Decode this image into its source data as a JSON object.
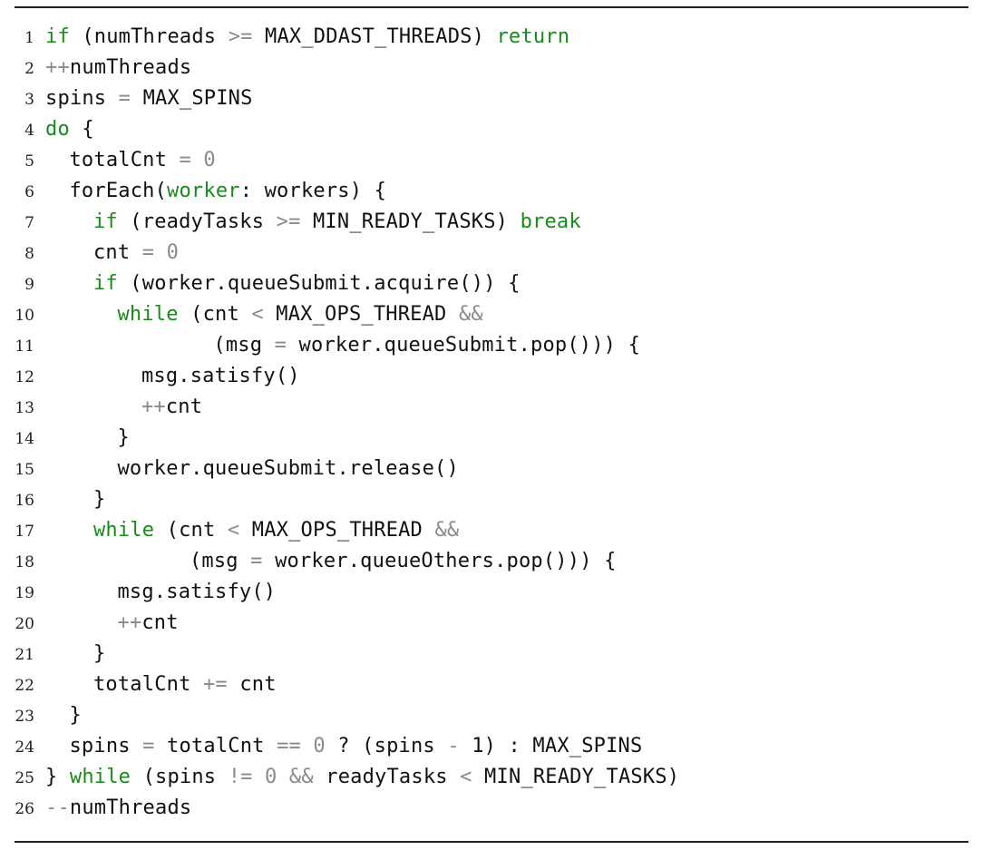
{
  "colors": {
    "text": "#111111",
    "keyword": "#1a8a1a",
    "operator": "#8a8a8a",
    "rule": "#222222"
  },
  "lines": [
    {
      "n": "1",
      "indent": 0,
      "tokens": [
        {
          "t": "if",
          "k": "kw"
        },
        {
          "t": " (numThreads ",
          "k": "plain"
        },
        {
          "t": ">=",
          "k": "op"
        },
        {
          "t": " MAX_DDAST_THREADS) ",
          "k": "plain"
        },
        {
          "t": "return",
          "k": "kw"
        }
      ]
    },
    {
      "n": "2",
      "indent": 0,
      "tokens": [
        {
          "t": "++",
          "k": "op"
        },
        {
          "t": "numThreads",
          "k": "plain"
        }
      ]
    },
    {
      "n": "3",
      "indent": 0,
      "tokens": [
        {
          "t": "spins ",
          "k": "plain"
        },
        {
          "t": "=",
          "k": "op"
        },
        {
          "t": " MAX_SPINS",
          "k": "plain"
        }
      ]
    },
    {
      "n": "4",
      "indent": 0,
      "tokens": [
        {
          "t": "do",
          "k": "kw"
        },
        {
          "t": " {",
          "k": "plain"
        }
      ]
    },
    {
      "n": "5",
      "indent": 1,
      "tokens": [
        {
          "t": "totalCnt ",
          "k": "plain"
        },
        {
          "t": "=",
          "k": "op"
        },
        {
          "t": " 0",
          "k": "op"
        }
      ]
    },
    {
      "n": "6",
      "indent": 1,
      "tokens": [
        {
          "t": "forEach(",
          "k": "plain"
        },
        {
          "t": "worker",
          "k": "kw"
        },
        {
          "t": ": workers) {",
          "k": "plain"
        }
      ]
    },
    {
      "n": "7",
      "indent": 2,
      "tokens": [
        {
          "t": "if",
          "k": "kw"
        },
        {
          "t": " (readyTasks ",
          "k": "plain"
        },
        {
          "t": ">=",
          "k": "op"
        },
        {
          "t": " MIN_READY_TASKS) ",
          "k": "plain"
        },
        {
          "t": "break",
          "k": "kw"
        }
      ]
    },
    {
      "n": "8",
      "indent": 2,
      "tokens": [
        {
          "t": "cnt ",
          "k": "plain"
        },
        {
          "t": "=",
          "k": "op"
        },
        {
          "t": " 0",
          "k": "op"
        }
      ]
    },
    {
      "n": "9",
      "indent": 2,
      "tokens": [
        {
          "t": "if",
          "k": "kw"
        },
        {
          "t": " (worker.queueSubmit.acquire()) {",
          "k": "plain"
        }
      ]
    },
    {
      "n": "10",
      "indent": 3,
      "tokens": [
        {
          "t": "while",
          "k": "kw"
        },
        {
          "t": " (cnt ",
          "k": "plain"
        },
        {
          "t": "<",
          "k": "op"
        },
        {
          "t": " MAX_OPS_THREAD ",
          "k": "plain"
        },
        {
          "t": "&&",
          "k": "op"
        }
      ]
    },
    {
      "n": "11",
      "indent": 7,
      "tokens": [
        {
          "t": "(msg ",
          "k": "plain"
        },
        {
          "t": "=",
          "k": "op"
        },
        {
          "t": " worker.queueSubmit.pop())) {",
          "k": "plain"
        }
      ]
    },
    {
      "n": "12",
      "indent": 4,
      "tokens": [
        {
          "t": "msg.satisfy()",
          "k": "plain"
        }
      ]
    },
    {
      "n": "13",
      "indent": 4,
      "tokens": [
        {
          "t": "++",
          "k": "op"
        },
        {
          "t": "cnt",
          "k": "plain"
        }
      ]
    },
    {
      "n": "14",
      "indent": 3,
      "tokens": [
        {
          "t": "}",
          "k": "plain"
        }
      ]
    },
    {
      "n": "15",
      "indent": 3,
      "tokens": [
        {
          "t": "worker.queueSubmit.release()",
          "k": "plain"
        }
      ]
    },
    {
      "n": "16",
      "indent": 2,
      "tokens": [
        {
          "t": "}",
          "k": "plain"
        }
      ]
    },
    {
      "n": "17",
      "indent": 2,
      "tokens": [
        {
          "t": "while",
          "k": "kw"
        },
        {
          "t": " (cnt ",
          "k": "plain"
        },
        {
          "t": "<",
          "k": "op"
        },
        {
          "t": " MAX_OPS_THREAD ",
          "k": "plain"
        },
        {
          "t": "&&",
          "k": "op"
        }
      ]
    },
    {
      "n": "18",
      "indent": 6,
      "tokens": [
        {
          "t": "(msg ",
          "k": "plain"
        },
        {
          "t": "=",
          "k": "op"
        },
        {
          "t": " worker.queueOthers.pop())) {",
          "k": "plain"
        }
      ]
    },
    {
      "n": "19",
      "indent": 3,
      "tokens": [
        {
          "t": "msg.satisfy()",
          "k": "plain"
        }
      ]
    },
    {
      "n": "20",
      "indent": 3,
      "tokens": [
        {
          "t": "++",
          "k": "op"
        },
        {
          "t": "cnt",
          "k": "plain"
        }
      ]
    },
    {
      "n": "21",
      "indent": 2,
      "tokens": [
        {
          "t": "}",
          "k": "plain"
        }
      ]
    },
    {
      "n": "22",
      "indent": 2,
      "tokens": [
        {
          "t": "totalCnt ",
          "k": "plain"
        },
        {
          "t": "+=",
          "k": "op"
        },
        {
          "t": " cnt",
          "k": "plain"
        }
      ]
    },
    {
      "n": "23",
      "indent": 1,
      "tokens": [
        {
          "t": "}",
          "k": "plain"
        }
      ]
    },
    {
      "n": "24",
      "indent": 1,
      "tokens": [
        {
          "t": "spins ",
          "k": "plain"
        },
        {
          "t": "=",
          "k": "op"
        },
        {
          "t": " totalCnt ",
          "k": "plain"
        },
        {
          "t": "==",
          "k": "op"
        },
        {
          "t": " 0 ",
          "k": "op"
        },
        {
          "t": "? (spins ",
          "k": "plain"
        },
        {
          "t": "-",
          "k": "op"
        },
        {
          "t": " 1) : MAX_SPINS",
          "k": "plain"
        }
      ]
    },
    {
      "n": "25",
      "indent": 0,
      "tokens": [
        {
          "t": "} ",
          "k": "plain"
        },
        {
          "t": "while",
          "k": "kw"
        },
        {
          "t": " (spins ",
          "k": "plain"
        },
        {
          "t": "!=",
          "k": "op"
        },
        {
          "t": " 0 ",
          "k": "op"
        },
        {
          "t": "&&",
          "k": "op"
        },
        {
          "t": " readyTasks ",
          "k": "plain"
        },
        {
          "t": "<",
          "k": "op"
        },
        {
          "t": " MIN_READY_TASKS)",
          "k": "plain"
        }
      ]
    },
    {
      "n": "26",
      "indent": 0,
      "tokens": [
        {
          "t": "--",
          "k": "op"
        },
        {
          "t": "numThreads",
          "k": "plain"
        }
      ]
    }
  ]
}
